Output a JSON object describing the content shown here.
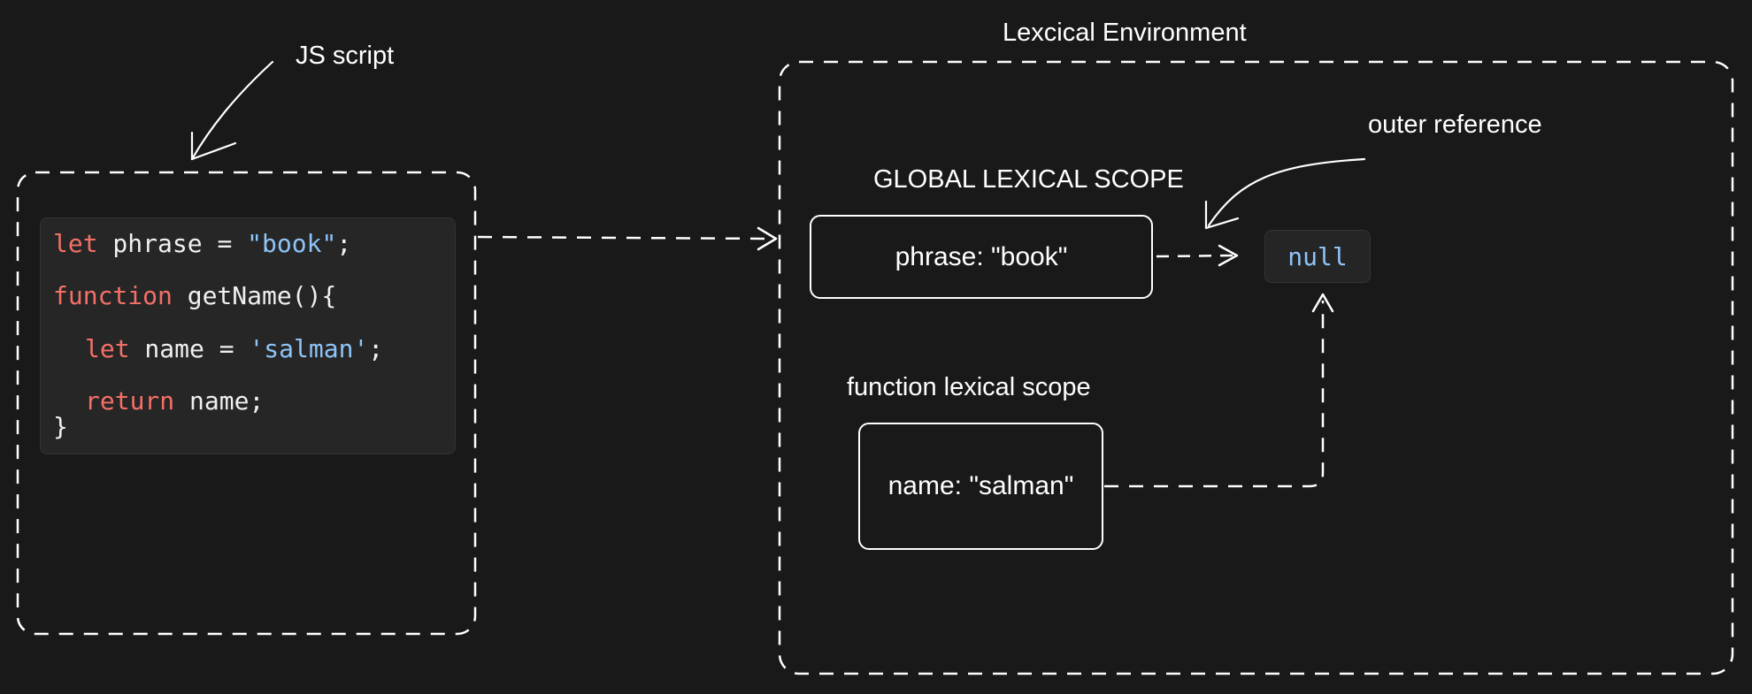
{
  "labels": {
    "js_script": "JS script",
    "lexical_environment": "Lexcical Environment",
    "outer_reference": "outer reference",
    "global_scope": "GLOBAL LEXICAL SCOPE",
    "function_scope": "function lexical scope"
  },
  "code": {
    "line1": {
      "kw": "let",
      "text": " phrase = ",
      "str": "\"book\"",
      "end": ";"
    },
    "line2": {
      "kw": "function",
      "text": " getName(){"
    },
    "line3": {
      "kw": "let",
      "text": " name = ",
      "str": "'salman'",
      "end": ";"
    },
    "line4": {
      "kw": "return",
      "text": " name;"
    },
    "line5": {
      "text": "}"
    }
  },
  "boxes": {
    "global_value": "phrase: \"book\"",
    "function_value": "name: \"salman\"",
    "null_value": "null"
  },
  "colors": {
    "background": "#191919",
    "keyword": "#f47067",
    "string": "#8ec4f7",
    "stroke": "#ffffff"
  }
}
